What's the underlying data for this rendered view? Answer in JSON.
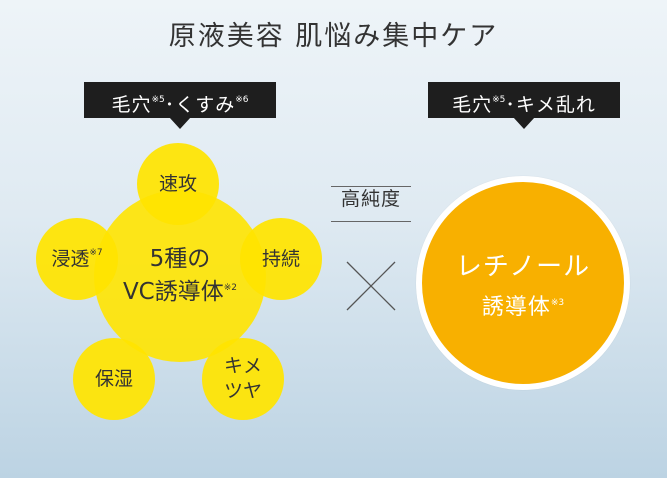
{
  "title": "原液美容 肌悩み集中ケア",
  "tags": {
    "left": {
      "text_a": "毛穴",
      "sup_a": "※5",
      "text_b": "･くすみ",
      "sup_b": "※6"
    },
    "right": {
      "text_a": "毛穴",
      "sup_a": "※5",
      "text_b": "･キメ乱れ"
    }
  },
  "left_diagram": {
    "center": {
      "line1": "5種の",
      "line2": "VC誘導体",
      "sup": "※2"
    },
    "petals": {
      "top": {
        "label": "速攻"
      },
      "right": {
        "label": "持続"
      },
      "left": {
        "label": "浸透",
        "sup": "※7"
      },
      "bottom_left": {
        "label": "保湿"
      },
      "bottom_right": {
        "line1": "キメ",
        "line2": "ツヤ"
      }
    }
  },
  "middle": {
    "label": "高純度",
    "operator_icon": "times-icon"
  },
  "right_diagram": {
    "line1": "レチノール",
    "line2": "誘導体",
    "sup": "※3"
  },
  "colors": {
    "yellow": "#ffe400",
    "orange": "#f8b000",
    "tag_bg": "#1e1e1e"
  }
}
